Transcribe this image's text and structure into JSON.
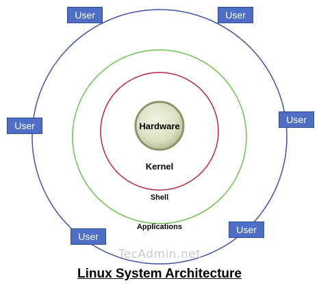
{
  "diagram": {
    "layers": {
      "hardware": "Hardware",
      "kernel": "Kernel",
      "shell": "Shell",
      "applications": "Applications"
    },
    "users": [
      "User",
      "User",
      "User",
      "User",
      "User",
      "User"
    ],
    "watermark": "TecAdmin.net",
    "title": "Linux System Architecture"
  },
  "colors": {
    "outer_ring": "#3b4fa8",
    "middle_ring": "#6cc24a",
    "inner_ring": "#c0223a",
    "core_fill": "#e4e6cf",
    "core_border": "#8f9168",
    "user_box": "#4f6fc6"
  }
}
